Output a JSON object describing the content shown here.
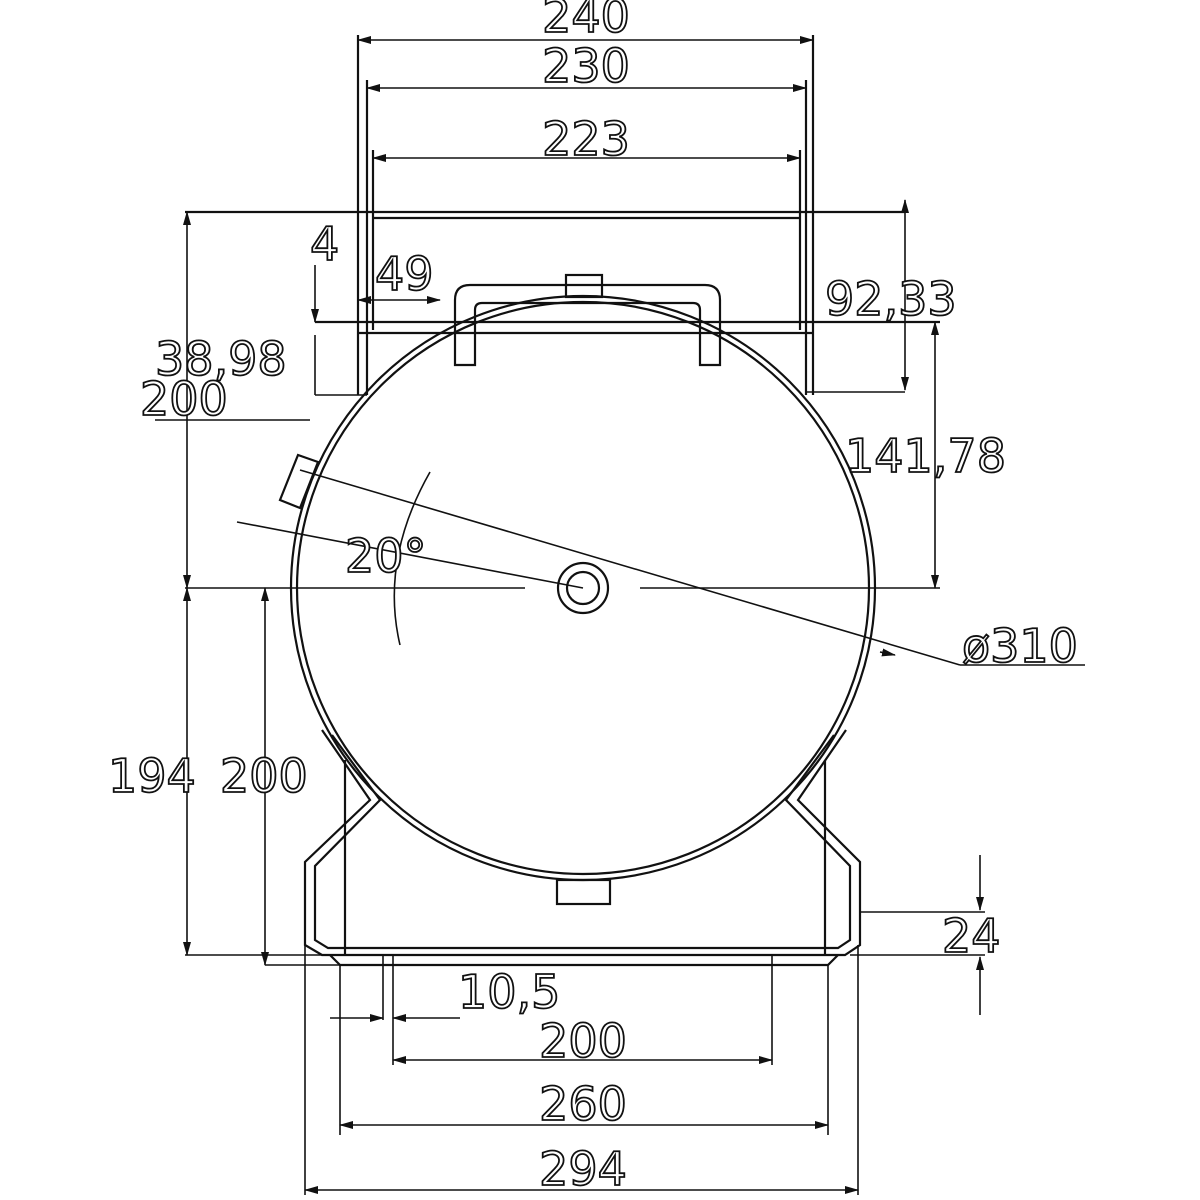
{
  "drawing": {
    "title": "Horizontal tank dimensional drawing",
    "dimensions": {
      "top_240": "240",
      "top_230": "230",
      "top_223": "223",
      "left_4": "4",
      "left_49": "49",
      "right_92_33": "92,33",
      "left_38_98": "38,98",
      "left_200_upper": "200",
      "right_141_78": "141,78",
      "angle_20": "20°",
      "diameter_310": "ø310",
      "left_194": "194",
      "left_200_lower": "200",
      "right_24": "24",
      "bottom_10_5": "10,5",
      "bottom_200": "200",
      "bottom_260": "260",
      "bottom_294": "294"
    }
  }
}
